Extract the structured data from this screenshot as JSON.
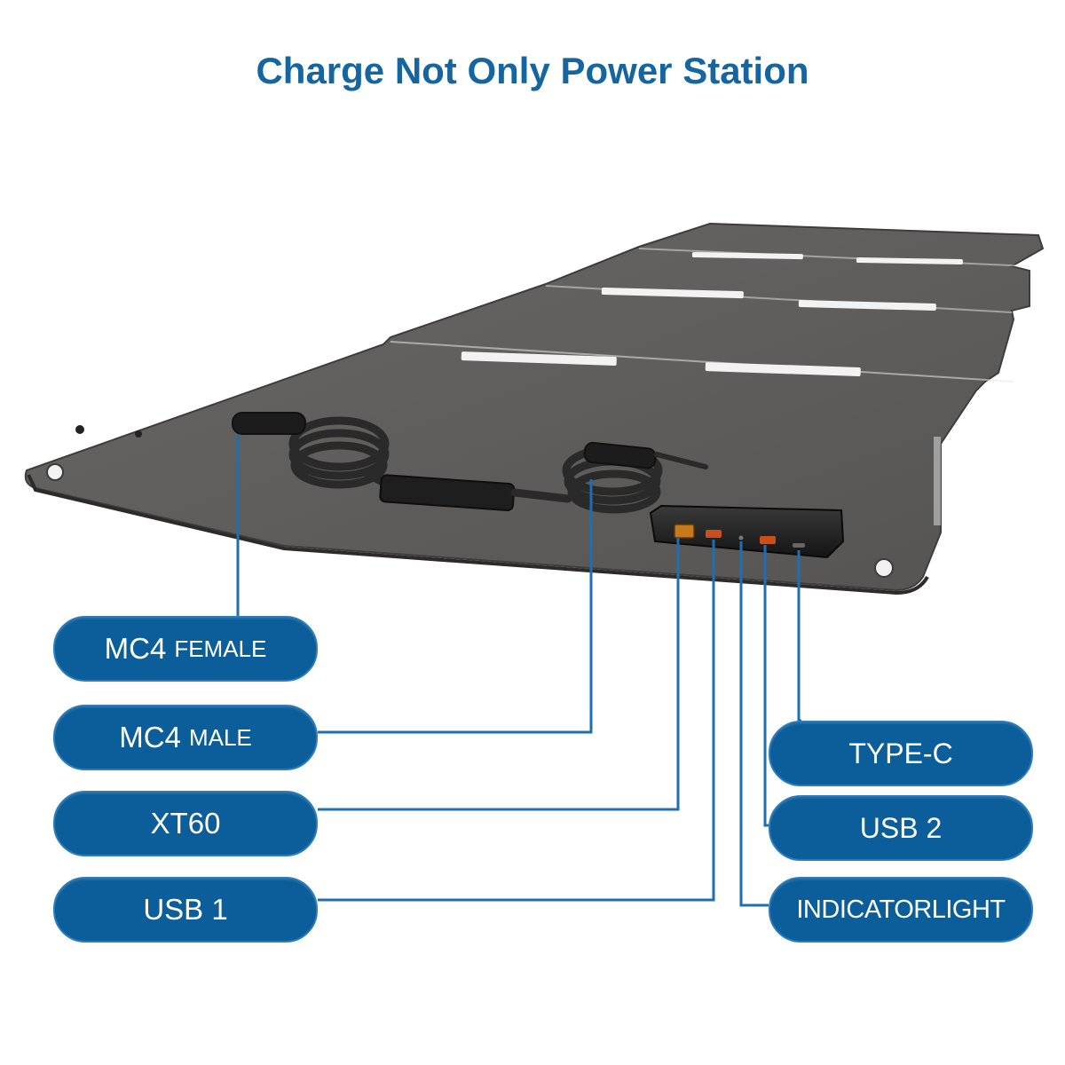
{
  "title": "Charge Not Only Power Station",
  "colors": {
    "title": "#1565a0",
    "pill_fill": "#0c5e9a",
    "pill_border": "#2d7cbc",
    "leader_line": "#1f6fb0",
    "panel": "#5f5d5b"
  },
  "labels": {
    "mc4_female": {
      "main": "MC4",
      "suffix": "FEMALE"
    },
    "mc4_male": {
      "main": "MC4",
      "suffix": "MALE"
    },
    "xt60": "XT60",
    "usb1": "USB 1",
    "type_c": "TYPE-C",
    "usb2": "USB 2",
    "indicator_light": "INDICATORLIGHT"
  }
}
